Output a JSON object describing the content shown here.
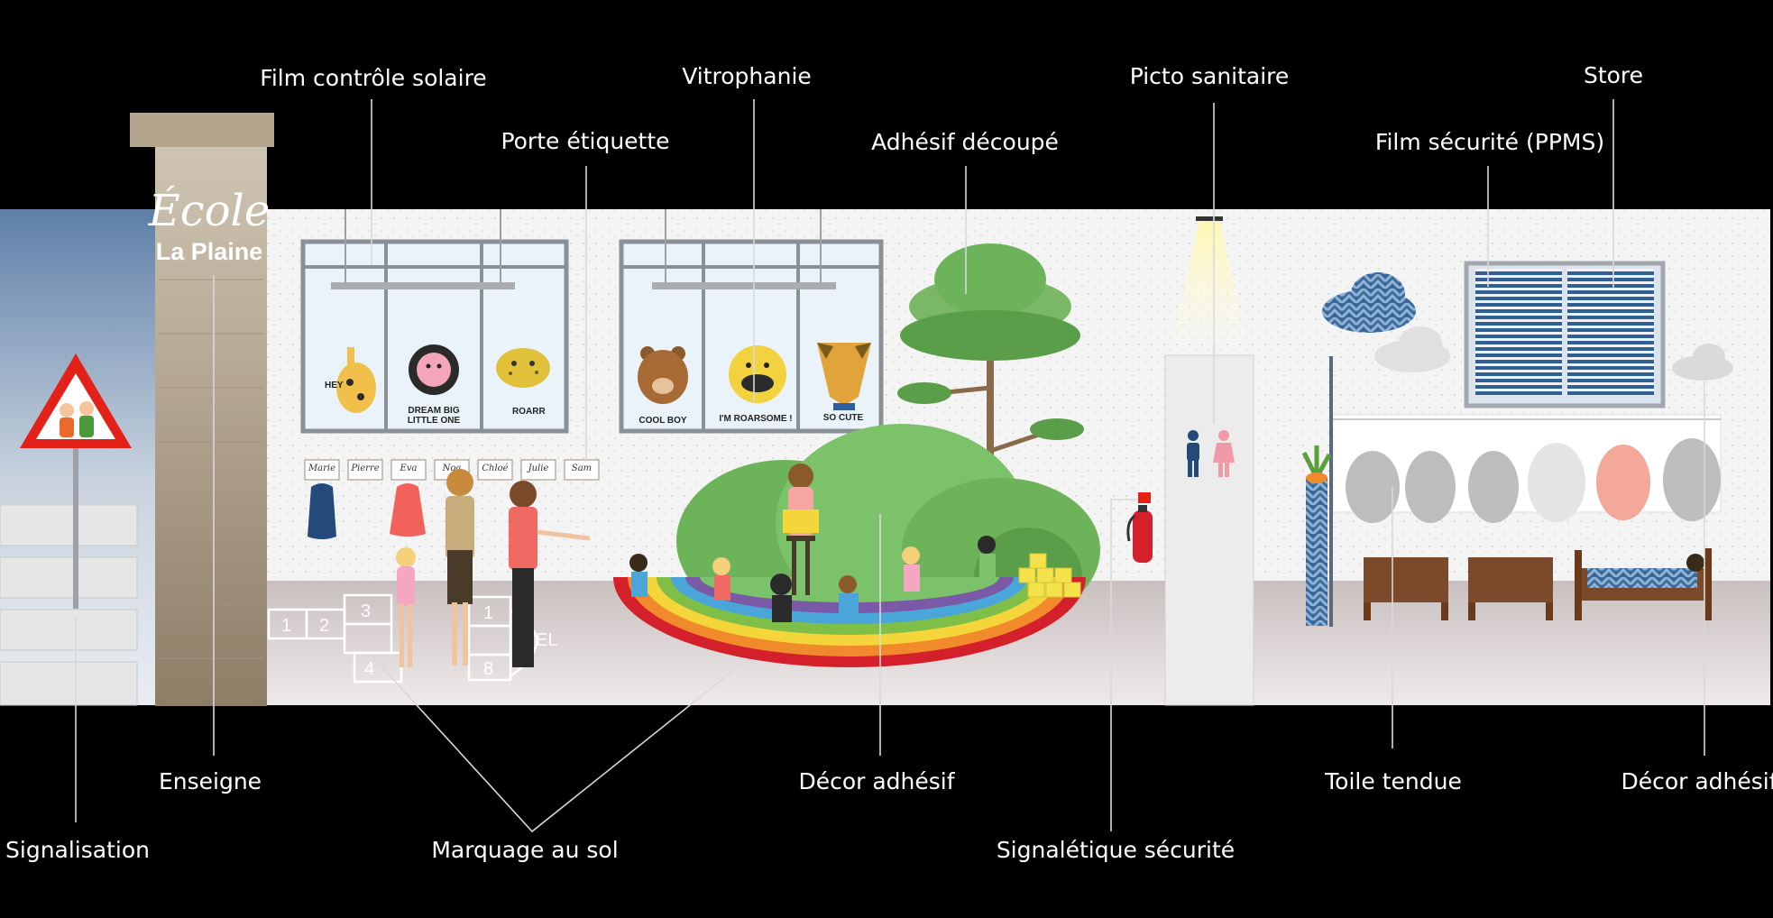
{
  "sign": {
    "line1": "École",
    "line2": "La Plaine"
  },
  "labels": {
    "film_controle_solaire": "Film contrôle solaire",
    "vitrophanie": "Vitrophanie",
    "picto_sanitaire": "Picto sanitaire",
    "store": "Store",
    "porte_etiquette": "Porte étiquette",
    "adhesif_decoupe": "Adhésif découpé",
    "film_securite": "Film sécurité (PPMS)",
    "enseigne": "Enseigne",
    "decor_adhesif_center": "Décor adhésif",
    "toile_tendue": "Toile tendue",
    "decor_adhesif_right": "Décor adhésif",
    "signalisation": "Signalisation",
    "marquage_au_sol": "Marquage au sol",
    "signaletique_securite": "Signalétique sécurité"
  },
  "posters": {
    "hey": "HEY",
    "dream1": "DREAM BIG",
    "dream2": "LITTLE ONE",
    "roar": "ROARR",
    "cool_boy": "COOL BOY",
    "roarsome": "I'M ROARSOME !",
    "so_cute": "SO CUTE"
  },
  "name_tags": [
    "Marie",
    "Pierre",
    "Eva",
    "Noa",
    "Chloé",
    "Julie",
    "Sam"
  ],
  "hopscotch": [
    "1",
    "2",
    "3",
    "4",
    "1",
    "8",
    "CIEL"
  ],
  "colors": {
    "background": "#000000",
    "wall": "#f3f3f3",
    "floor": "#d8cfcf",
    "pillar": "#a89880",
    "tree_green": "#6db35a",
    "warning_red": "#e32119"
  }
}
